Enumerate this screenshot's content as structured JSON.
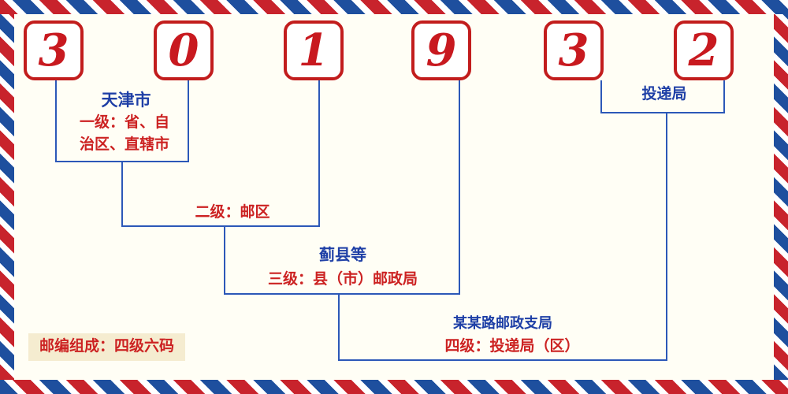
{
  "diagram": {
    "title_semantic": "postal-code-structure-diagram",
    "postal_code": "301932",
    "digits": [
      "3",
      "0",
      "1",
      "9",
      "3",
      "2"
    ],
    "levels": {
      "level1": {
        "name": "天津市",
        "desc": "一级：省、自\n治区、直辖市"
      },
      "level2": {
        "desc": "二级：邮区"
      },
      "level3": {
        "name": "蓟县等",
        "desc": "三级：县（市）邮政局"
      },
      "level4": {
        "name": "某某路邮政支局",
        "desc": "四级：投递局（区）"
      },
      "delivery": {
        "name": "投递局"
      }
    },
    "footer": "邮编组成：四级六码",
    "colors": {
      "digit_red": "#c8191f",
      "label_red": "#cc2222",
      "text_blue": "#1e3fa6",
      "line_blue": "#2c58b8",
      "stripe_red": "#c8232c",
      "stripe_blue": "#1e4f9e",
      "background": "#fffef5",
      "footer_bg": "#f5ecd0"
    }
  }
}
